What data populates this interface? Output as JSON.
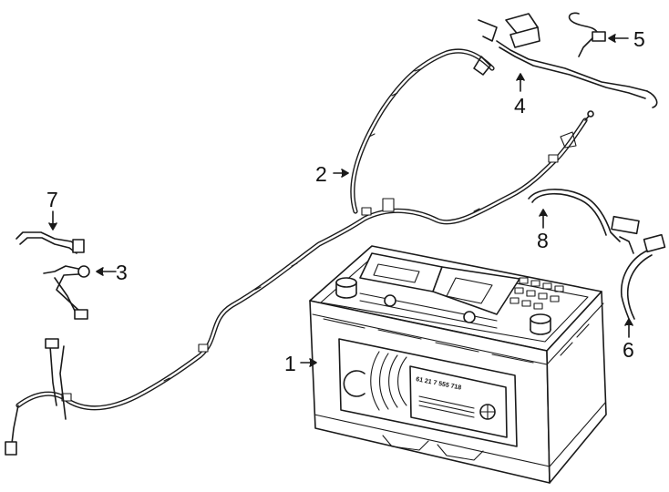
{
  "callouts": [
    {
      "id": "1",
      "label": "1"
    },
    {
      "id": "2",
      "label": "2"
    },
    {
      "id": "3",
      "label": "3"
    },
    {
      "id": "4",
      "label": "4"
    },
    {
      "id": "5",
      "label": "5"
    },
    {
      "id": "6",
      "label": "6"
    },
    {
      "id": "7",
      "label": "7"
    },
    {
      "id": "8",
      "label": "8"
    }
  ],
  "battery": {
    "label_code": "61 21 7 555 718"
  },
  "colors": {
    "line": "#1a1a1a",
    "background": "#ffffff"
  }
}
